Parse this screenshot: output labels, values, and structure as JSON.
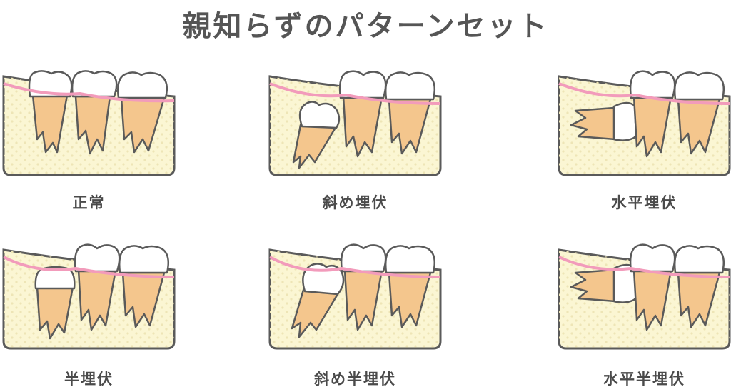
{
  "title": "親知らずのパターンセット",
  "colors": {
    "bone_fill": "#fbf6d3",
    "bone_dots": "#eee5b6",
    "gum": "#f29bbb",
    "root": "#f4c68d",
    "crown": "#ffffff",
    "outline": "#5a5a5a",
    "text": "#4a4a4a"
  },
  "patterns": [
    {
      "label": "正常",
      "third_molar": "normal"
    },
    {
      "label": "斜め埋伏",
      "third_molar": "oblique-impacted"
    },
    {
      "label": "水平埋伏",
      "third_molar": "horizontal-impacted"
    },
    {
      "label": "半埋伏",
      "third_molar": "partially-impacted"
    },
    {
      "label": "斜め半埋伏",
      "third_molar": "oblique-partially-impacted"
    },
    {
      "label": "水平半埋伏",
      "third_molar": "horizontal-partially-impacted"
    }
  ]
}
